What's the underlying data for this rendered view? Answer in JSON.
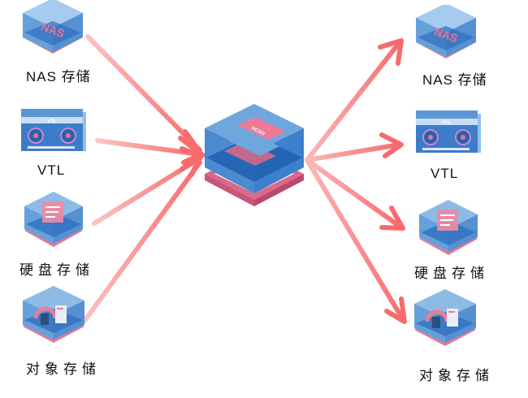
{
  "diagram": {
    "type": "data-flow",
    "colors": {
      "arrow": "#f76b6e",
      "arrow_light": "#fbb4b4",
      "cube_top": "#7fb0de",
      "cube_side": "#4f8fd1",
      "cube_front": "#3a7cc7",
      "cube_floor": "#2566b5",
      "base_pink": "#dd6b8c",
      "chip_pink": "#ec7390"
    },
    "center": {
      "name": "central-storage-gateway",
      "chip_label": "HCSO"
    },
    "sources": [
      {
        "id": "nas",
        "label": "NAS 存储",
        "icon": "nas-cube-icon",
        "icon_text": "NAS"
      },
      {
        "id": "vtl",
        "label": "VTL",
        "icon": "tape-library-icon",
        "icon_text": "VTL"
      },
      {
        "id": "disk",
        "label": "硬盘存储",
        "icon": "disk-storage-cube-icon"
      },
      {
        "id": "object",
        "label": "对象存储",
        "icon": "object-storage-cube-icon"
      }
    ],
    "targets": [
      {
        "id": "nas",
        "label": "NAS 存储",
        "icon": "nas-cube-icon",
        "icon_text": "NAS"
      },
      {
        "id": "vtl",
        "label": "VTL",
        "icon": "tape-library-icon",
        "icon_text": "VTL"
      },
      {
        "id": "disk",
        "label": "硬盘存储",
        "icon": "disk-storage-cube-icon"
      },
      {
        "id": "object",
        "label": "对象存储",
        "icon": "object-storage-cube-icon"
      }
    ]
  }
}
